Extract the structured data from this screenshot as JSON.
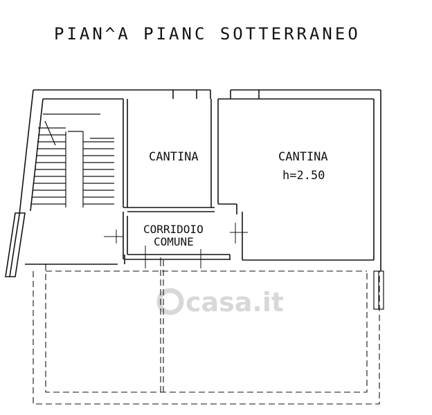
{
  "title": "PIAN^A PIANC SOTTERRANEO",
  "rooms": {
    "cantina_left": "CANTINA",
    "cantina_right": "CANTINA",
    "cantina_right_height": "h=2.50",
    "corridoio_line1": "CORRIDOIO",
    "corridoio_line2": "COMUNE"
  },
  "watermark": "casa.it",
  "colors": {
    "line": "#111111",
    "watermark": "#d8d8d8"
  }
}
